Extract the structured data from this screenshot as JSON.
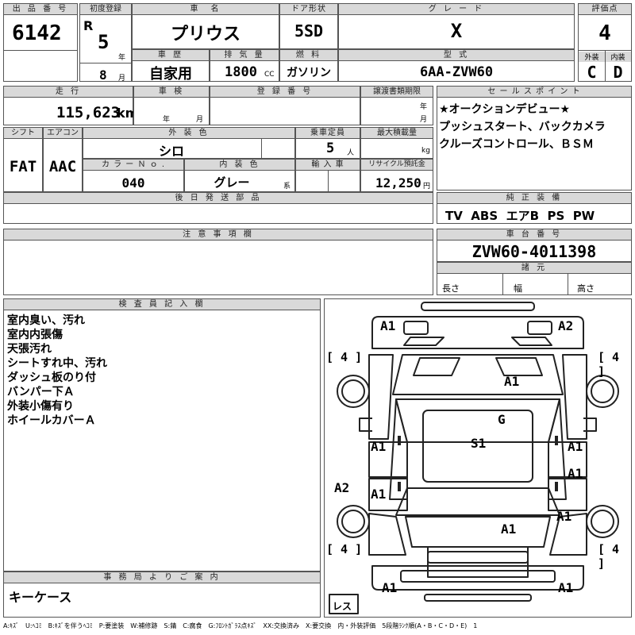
{
  "labels": {
    "lot_no": "出 品 番 号",
    "first_reg": "初度登録",
    "car_name": "車　名",
    "door": "ドア形状",
    "grade": "グ レ ー ド",
    "score": "評価点",
    "history": "車 歴",
    "displacement": "排 気 量",
    "fuel": "燃 料",
    "model": "型 式",
    "exterior": "外装",
    "interior": "内装",
    "mileage": "走 行",
    "inspection": "車 検",
    "reg_no": "登 録 番 号",
    "transfer_deadline": "譲渡書類期限",
    "sales_point": "セ ー ル ス ポ イ ン ト",
    "shift": "シフト",
    "aircon": "エアコン",
    "ext_color": "外 装 色",
    "capacity": "乗車定員",
    "max_load": "最大積載量",
    "color_no": "カ ラ ー Ｎ ｏ .",
    "int_color": "内 装 色",
    "import": "輸 入 車",
    "recycle": "リサイクル預託金",
    "later_parts": "後 日 発 送 部 品",
    "genuine_equip": "純 正 装 備",
    "caution": "注 意 事 項 欄",
    "chassis_no": "車 台 番 号",
    "specs": "諸 元",
    "length": "長さ",
    "width": "幅",
    "height": "高さ",
    "inspector": "検 査 員 記 入 欄",
    "office": "事 務 局 よ り ご 案 内",
    "year_unit": "年",
    "month_unit": "月",
    "cc": "CC",
    "km": "km",
    "person": "人",
    "kg": "kg",
    "yen": "円",
    "kei": "系",
    "insp_year": "年",
    "insp_month": "月",
    "transfer_year": "年",
    "transfer_month": "月"
  },
  "values": {
    "lot_no": "6142",
    "era": "R",
    "reg_year": "5",
    "reg_month": "8",
    "car_name": "プリウス",
    "door": "5SD",
    "grade": "X",
    "score": "4",
    "history": "自家用",
    "displacement": "1800",
    "fuel": "ガソリン",
    "model": "6AA-ZVW60",
    "exterior": "C",
    "interior": "D",
    "mileage": "115,623",
    "shift": "FAT",
    "aircon": "AAC",
    "ext_color": "シロ",
    "capacity": "5",
    "color_no": "040",
    "int_color": "グレー",
    "recycle": "12,250",
    "genuine_equip": "TV  ABS  エアB  PS  PW",
    "chassis_no": "ZVW60-4011398",
    "office_note": "キーケース"
  },
  "sales_points": [
    "★オークションデビュー★",
    "プッシュスタート、バックカメラ",
    "クルーズコントロール、ＢＳＭ"
  ],
  "inspector_notes": [
    "室内臭い、汚れ",
    "室内内張傷",
    "天張汚れ",
    "シートすれ中、汚れ",
    "ダッシュ板のり付",
    "バンパー下Ａ",
    "外装小傷有り",
    "ホイールカバーＡ"
  ],
  "diagram": {
    "tire_tl": "[ 4 ]",
    "tire_tr": "[ 4 ]",
    "tire_bl": "[ 4 ]",
    "tire_br": "[ 4 ]",
    "front_left": "A1",
    "front_right": "A2",
    "hood": "A1",
    "windshield": "G",
    "roof": "S1",
    "left_front_door": "A1",
    "right_front_door": "A1",
    "left_rear_door": "A1",
    "right_rear_door": "A1",
    "left_rear_fender": "A2",
    "right_rear_fender": "A1",
    "trunk": "A1",
    "rear_left": "A1",
    "rear_right": "A1",
    "spare": "レス"
  },
  "legend": "A:ｷｽﾞ　U:ﾍｺﾐ　B:ｷｽﾞを伴うﾍｺﾐ　P:要塗装　W:補修跡　S:錆　C:腐食　G:ﾌﾛﾝﾄｶﾞﾗｽ点ｷｽﾞ　XX:交換済み　X:要交換　内・外装評価　5段階ﾗﾝｸ順(A・B・C・D・E)　1"
}
